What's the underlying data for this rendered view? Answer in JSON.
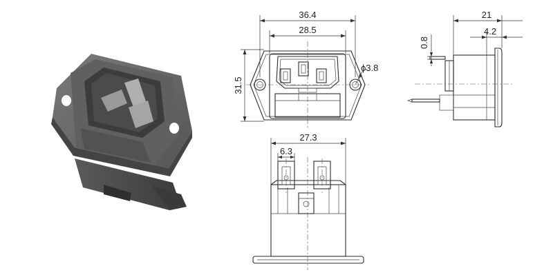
{
  "front_view": {
    "width_overall": "36.4",
    "width_inner": "28.5",
    "height": "31.5",
    "hole_dia": "ϕ3.8"
  },
  "bottom_view": {
    "width": "27.3",
    "pin_offset": "6.3"
  },
  "side_view": {
    "depth": "21",
    "flange": "4.2",
    "pin_thickness": "0.8"
  },
  "colors": {
    "body_dark": "#4a4a4a",
    "body_mid": "#6a6a6a",
    "body_light": "#8c8c8c",
    "line": "#2a2a2a"
  }
}
